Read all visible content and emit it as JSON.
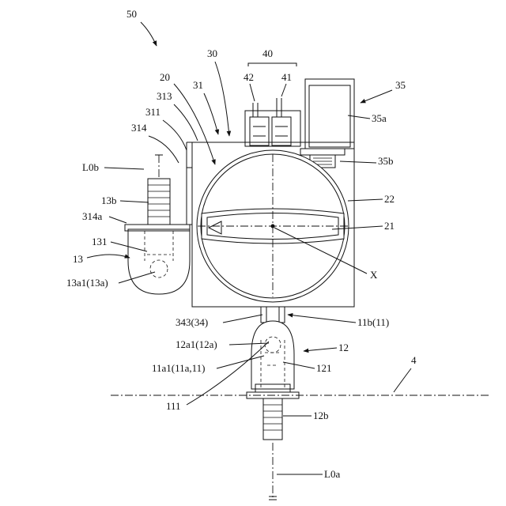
{
  "labels": {
    "l50": "50",
    "l40": "40",
    "l42": "42",
    "l41": "41",
    "l30": "30",
    "l35": "35",
    "l20": "20",
    "l31": "31",
    "l313": "313",
    "l311": "311",
    "l35a": "35a",
    "l314": "314",
    "l35b": "35b",
    "lL0b": "L0b",
    "l13b": "13b",
    "l22": "22",
    "l314a": "314a",
    "l21": "21",
    "l131": "131",
    "l13": "13",
    "lX": "X",
    "l13a1": "13a1(13a)",
    "l343": "343(34)",
    "l11b": "11b(11)",
    "l12a1": "12a1(12a)",
    "l12": "12",
    "l4": "4",
    "l11a1": "11a1(11a,11)",
    "l121": "121",
    "l111": "111",
    "l12b": "12b",
    "lL0a": "L0a"
  }
}
